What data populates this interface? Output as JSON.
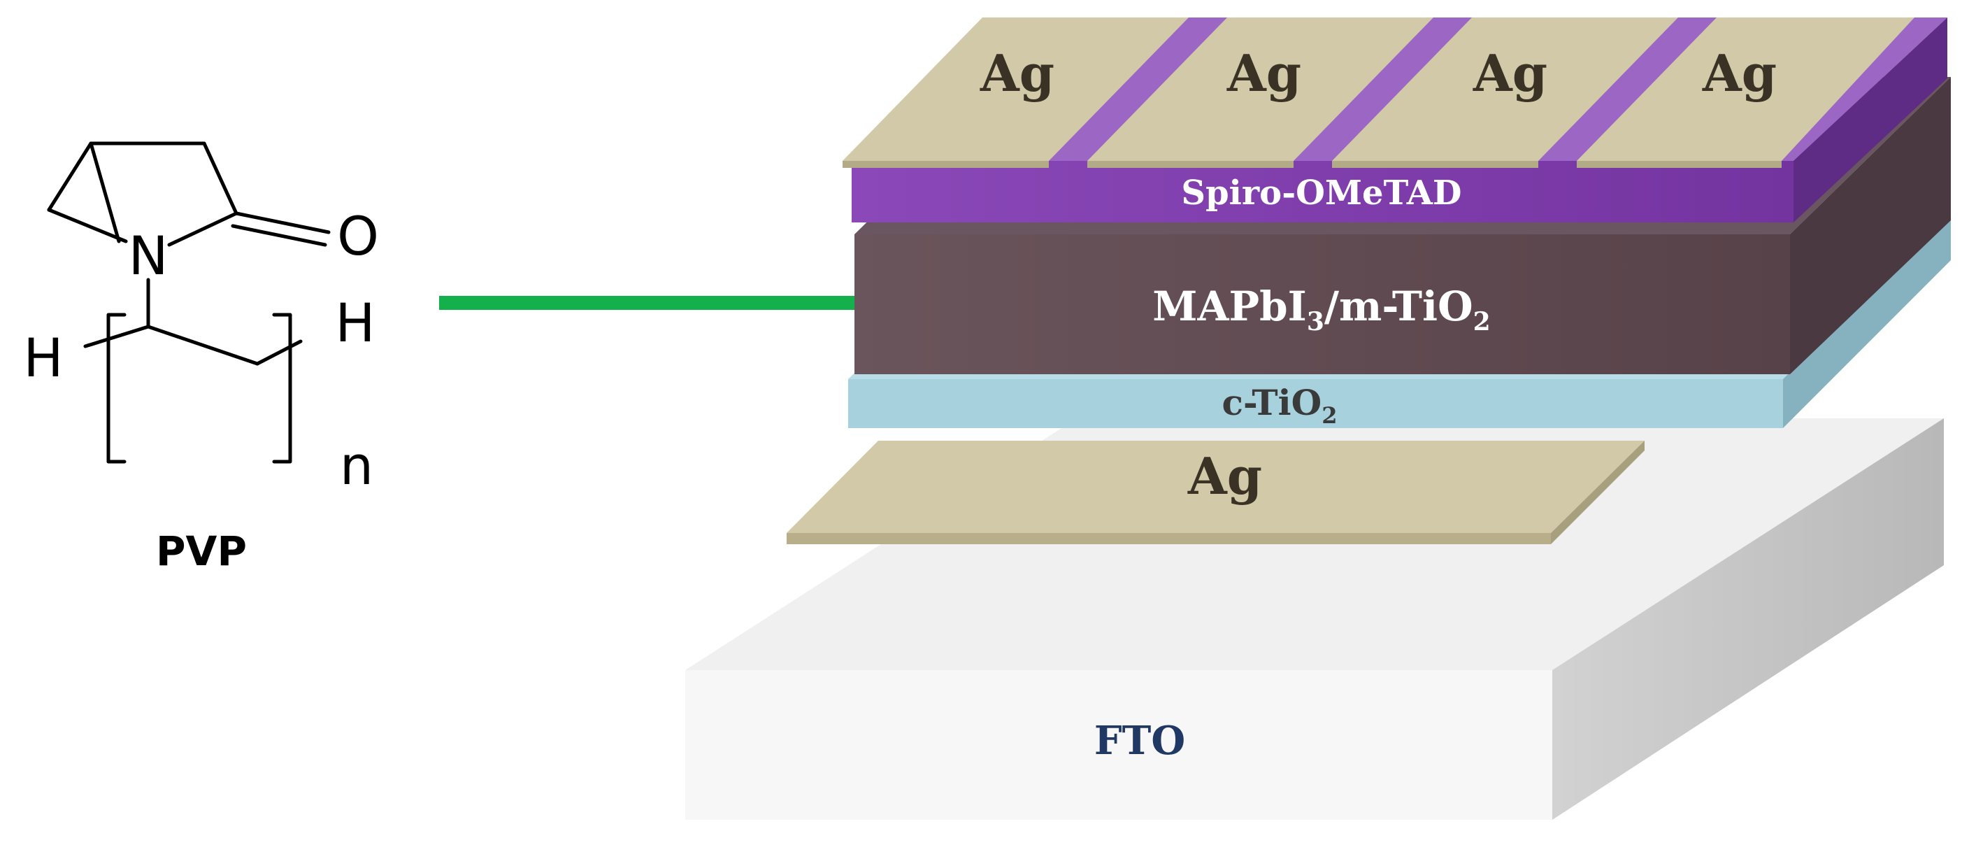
{
  "molecule": {
    "name": "PVP",
    "atoms": {
      "nitrogen": "N",
      "oxygen": "O",
      "hydrogen_left": "H",
      "hydrogen_right": "H"
    },
    "repeat_subscript": "n"
  },
  "device": {
    "top_electrodes": [
      "Ag",
      "Ag",
      "Ag",
      "Ag"
    ],
    "htl": "Spiro-OMeTAD",
    "absorber": {
      "main": "MAPbI",
      "sub1": "3",
      "middle": "/m-TiO",
      "sub2": "2"
    },
    "compact_layer": {
      "main": "c-TiO",
      "sub": "2"
    },
    "bottom_electrode": "Ag",
    "substrate": "FTO"
  },
  "colors": {
    "silver_top": "#d1c9a7",
    "silver_edge": "#b3aa87",
    "spiro_front": "#7b3aa8",
    "spiro_top": "#9b66c4",
    "spiro_side": "#5e2c84",
    "absorber_front": "#5c4850",
    "absorber_side": "#4a3940",
    "ctio2_front": "#a7d1dd",
    "ctio2_side": "#86b2bf",
    "fto_top": "#f2f2f2",
    "fto_front": "#f7f7f7",
    "fto_side": "#c6c6c6",
    "arrow": "#13b04b",
    "fto_label": "#1f3864"
  }
}
